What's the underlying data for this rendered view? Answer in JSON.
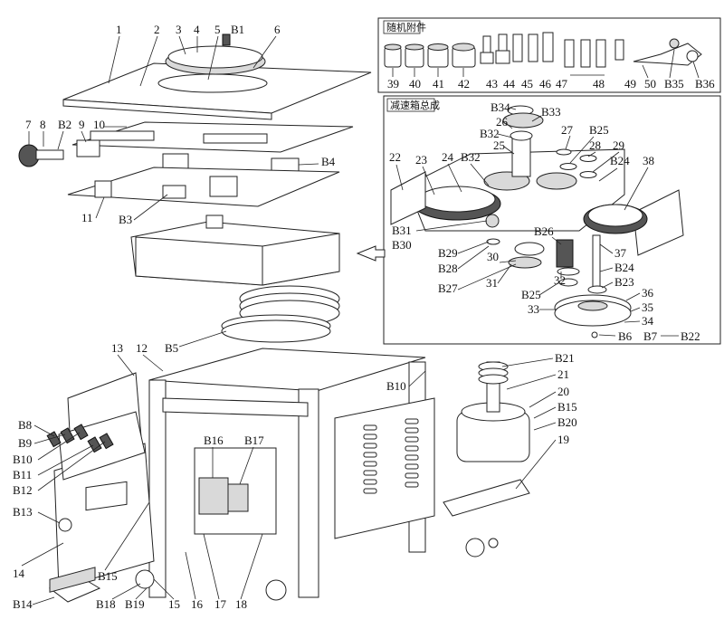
{
  "accessory_title": "随机附件",
  "gearbox_title": "减速箱总成",
  "labels": {
    "n1": "1",
    "n2": "2",
    "n3": "3",
    "n4": "4",
    "b1": "B1",
    "n5": "5",
    "n6": "6",
    "n7": "7",
    "n8": "8",
    "b2": "B2",
    "n9": "9",
    "n10": "10",
    "b4": "B4",
    "n11": "11",
    "b3": "B3",
    "b5": "B5",
    "n39": "39",
    "n40": "40",
    "n41": "41",
    "n42": "42",
    "n43": "43",
    "n44": "44",
    "n45": "45",
    "n46": "46",
    "n47": "47",
    "n48": "48",
    "n49": "49",
    "n50": "50",
    "b35": "B35",
    "b36": "B36",
    "b34": "B34",
    "b33": "B33",
    "n26": "26",
    "b32a": "B32",
    "n27": "27",
    "b25a": "B25",
    "n25": "25",
    "n28": "28",
    "n29": "29",
    "n22": "22",
    "n23": "23",
    "n24": "24",
    "b32b": "B32",
    "b24a": "B24",
    "n38": "38",
    "b31": "B31",
    "b30": "B30",
    "b26": "B26",
    "b29": "B29",
    "n37": "37",
    "n30": "30",
    "b28": "B28",
    "b24b": "B24",
    "n32": "32",
    "b23": "B23",
    "n31": "31",
    "b27": "B27",
    "b25b": "B25",
    "n36": "36",
    "n33": "33",
    "n35": "35",
    "n34": "34",
    "b6": "B6",
    "b7": "B7",
    "b22": "B22",
    "n13": "13",
    "n12": "12",
    "b21": "B21",
    "b10a": "B10",
    "n21": "21",
    "n20": "20",
    "b15a": "B15",
    "b20": "B20",
    "b8": "B8",
    "b9": "B9",
    "b10b": "B10",
    "b11": "B11",
    "b12": "B12",
    "b16": "B16",
    "b17": "B17",
    "n19": "19",
    "b13": "B13",
    "n14": "14",
    "b15b": "B15",
    "b14": "B14",
    "b18": "B18",
    "b19": "B19",
    "n15": "15",
    "n16": "16",
    "n17": "17",
    "n18": "18"
  }
}
